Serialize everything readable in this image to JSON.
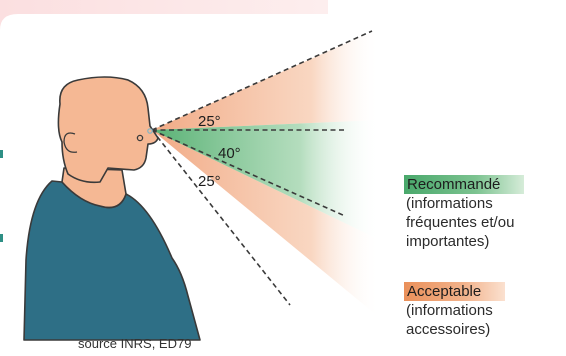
{
  "diagram": {
    "angles": {
      "upper": "25°",
      "middle": "40°",
      "lower": "25°"
    }
  },
  "legend": {
    "recommended": {
      "label": "Recommandé",
      "description": [
        "(informations",
        "fréquentes et/ou",
        "importantes)"
      ],
      "color": "#49a86b"
    },
    "acceptable": {
      "label": "Acceptable",
      "description": [
        "(informations",
        "accessoires)"
      ],
      "color": "#ea905a"
    }
  },
  "source": "source INRS, ED79",
  "colors": {
    "top_band": "#fce4e4",
    "head_skin": "#f5b894",
    "shirt": "#2e6f86",
    "outline": "#3a3a3a"
  }
}
